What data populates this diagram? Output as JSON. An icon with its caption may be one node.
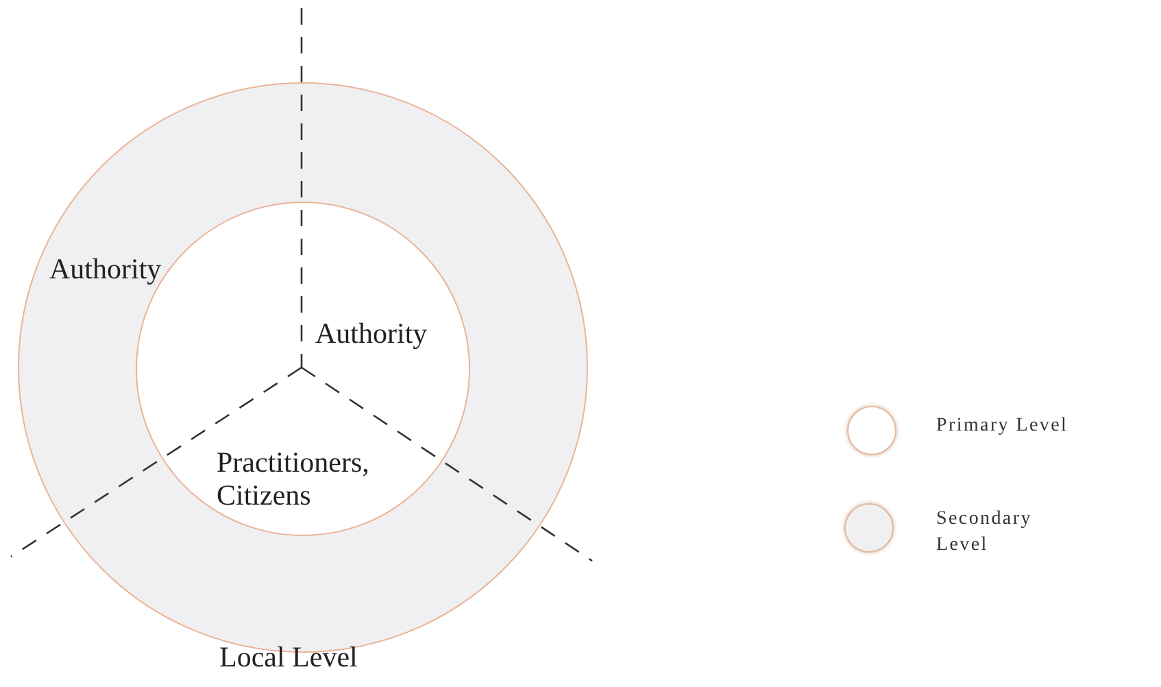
{
  "diagram": {
    "nodes": [
      {
        "text": [
          "Authority"
        ]
      },
      {
        "text": [
          "Authority"
        ],
        "in": 0
      }
    ],
    "labels": [
      "Practitioners, Citizens",
      "Local Level"
    ],
    "legend": [
      {
        "text": "Primary Level",
        "color": "#ffffff"
      },
      {
        "text": "Secondary Level",
        "color": "#f0f0f2"
      }
    ]
  }
}
